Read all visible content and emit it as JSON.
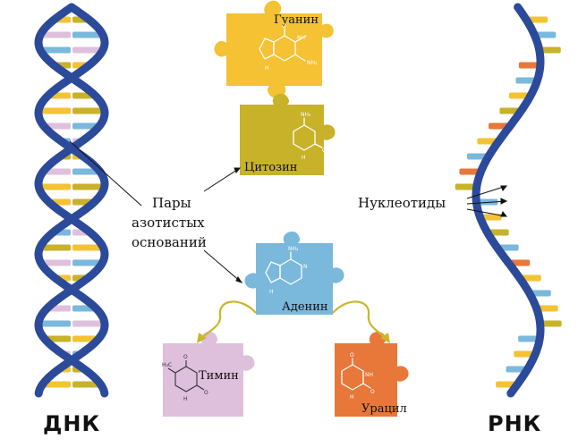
{
  "labels": {
    "dna_title": "ДНК",
    "rna_title": "РНК",
    "base_pairs_line1": "Пары",
    "base_pairs_line2": "азотистых",
    "base_pairs_line3": "оснований",
    "nucleotides": "Нуклеотиды"
  },
  "pieces": {
    "guanine": "Гуанин",
    "cytosine": "Цитозин",
    "adenine": "Аденин",
    "thymine": "Тимин",
    "uracil": "Урацил"
  },
  "colors": {
    "backbone": "#2c4a9a",
    "guanine": "#f4c233",
    "cytosine": "#c7b22a",
    "adenine": "#7ab8dc",
    "thymine": "#dfc0dc",
    "uracil": "#e8773a",
    "arrow": "#c9b829"
  }
}
